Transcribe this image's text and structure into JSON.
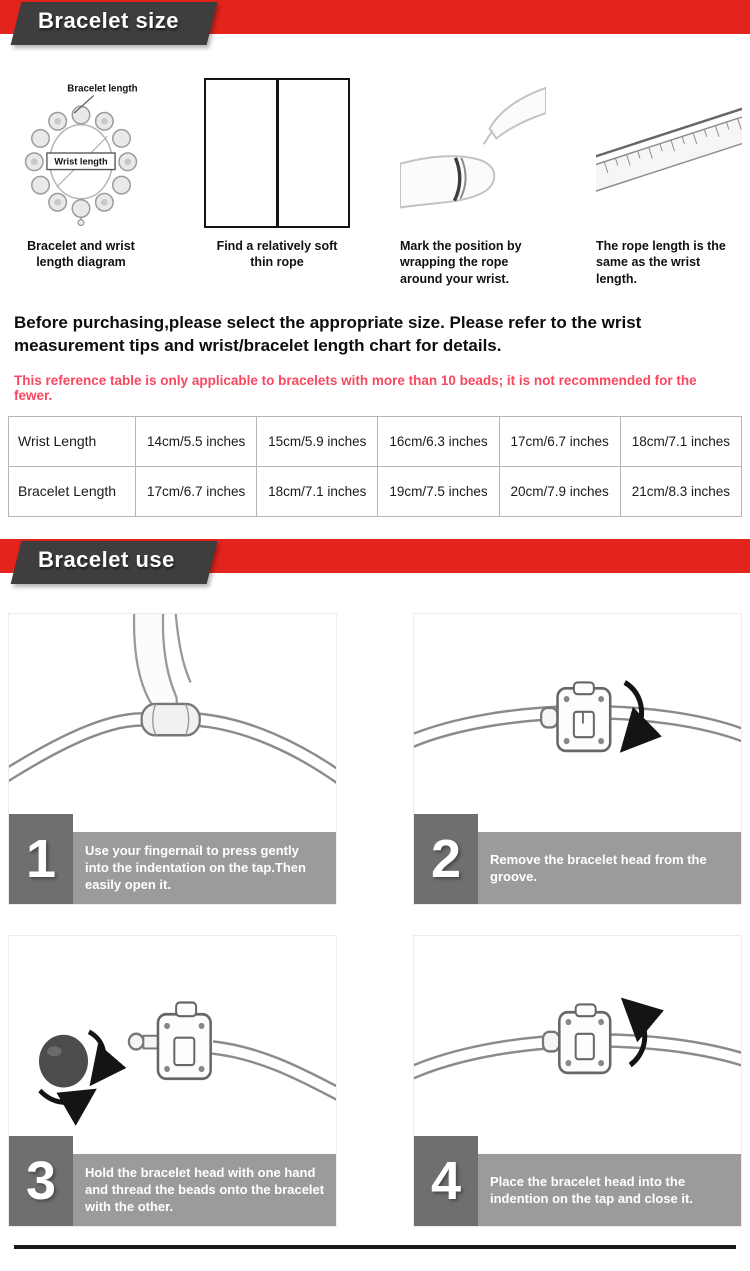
{
  "theme": {
    "accent_red": "#e2241d",
    "banner_dark": "#3e3e3e",
    "warning_pink": "#f8475e",
    "step_bar_gray": "#9b9b9b",
    "step_number_gray": "#6f6f6f"
  },
  "size_section": {
    "banner_title": "Bracelet size",
    "diagram_labels": {
      "bracelet_length": "Bracelet length",
      "wrist_length": "Wrist length"
    },
    "measure_steps": [
      {
        "caption": "Bracelet and wrist length diagram"
      },
      {
        "caption": "Find a relatively soft thin rope"
      },
      {
        "caption": "Mark the position by wrapping the rope around your wrist."
      },
      {
        "caption": "The rope length is the same as the wrist length."
      }
    ],
    "intro": "Before purchasing,please select the appropriate size. Please refer to the wrist measurement tips and wrist/bracelet length chart for details.",
    "warning": "This reference table is only applicable to bracelets with more than 10 beads; it is not recommended for the fewer.",
    "size_table": {
      "rows": [
        {
          "label": "Wrist Length",
          "values": [
            "14cm/5.5 inches",
            "15cm/5.9 inches",
            "16cm/6.3 inches",
            "17cm/6.7 inches",
            "18cm/7.1 inches"
          ]
        },
        {
          "label": "Bracelet Length",
          "values": [
            "17cm/6.7 inches",
            "18cm/7.1 inches",
            "19cm/7.5 inches",
            "20cm/7.9 inches",
            "21cm/8.3 inches"
          ]
        }
      ]
    }
  },
  "use_section": {
    "banner_title": "Bracelet use",
    "steps": [
      {
        "number": "1",
        "caption": "Use your fingernail to press gently into the indentation on the tap.Then easily open it."
      },
      {
        "number": "2",
        "caption": "Remove the bracelet head from the groove."
      },
      {
        "number": "3",
        "caption": "Hold the bracelet head with one hand and thread the beads onto the bracelet with the other."
      },
      {
        "number": "4",
        "caption": "Place the bracelet head into the indention on the tap and close it."
      }
    ]
  }
}
